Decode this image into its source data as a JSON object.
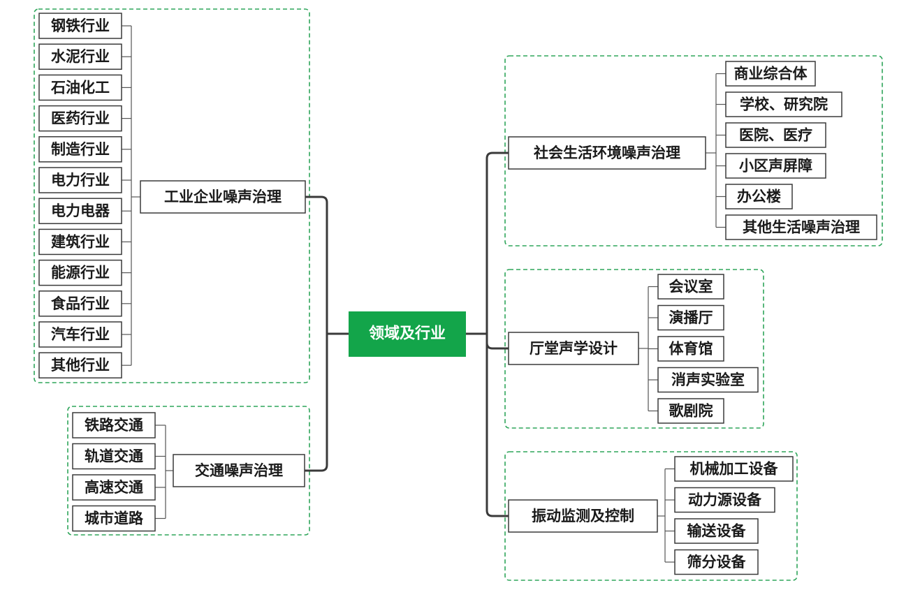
{
  "center": {
    "label": "领域及行业"
  },
  "branches": [
    {
      "label": "工业企业噪声治理",
      "items": [
        "钢铁行业",
        "水泥行业",
        "石油化工",
        "医药行业",
        "制造行业",
        "电力行业",
        "电力电器",
        "建筑行业",
        "能源行业",
        "食品行业",
        "汽车行业",
        "其他行业"
      ]
    },
    {
      "label": "交通噪声治理",
      "items": [
        "铁路交通",
        "轨道交通",
        "高速交通",
        "城市道路"
      ]
    },
    {
      "label": "社会生活环境噪声治理",
      "items": [
        "商业综合体",
        "学校、研究院",
        "医院、医疗",
        "小区声屏障",
        "办公楼",
        "其他生活噪声治理"
      ]
    },
    {
      "label": "厅堂声学设计",
      "items": [
        "会议室",
        "演播厅",
        "体育馆",
        "消声实验室",
        "歌剧院"
      ]
    },
    {
      "label": "振动监测及控制",
      "items": [
        "机械加工设备",
        "动力源设备",
        "输送设备",
        "筛分设备"
      ]
    }
  ],
  "colors": {
    "center_fill": "#13a54a",
    "frame": "#2ea55a",
    "line": "#3a3a3a"
  }
}
